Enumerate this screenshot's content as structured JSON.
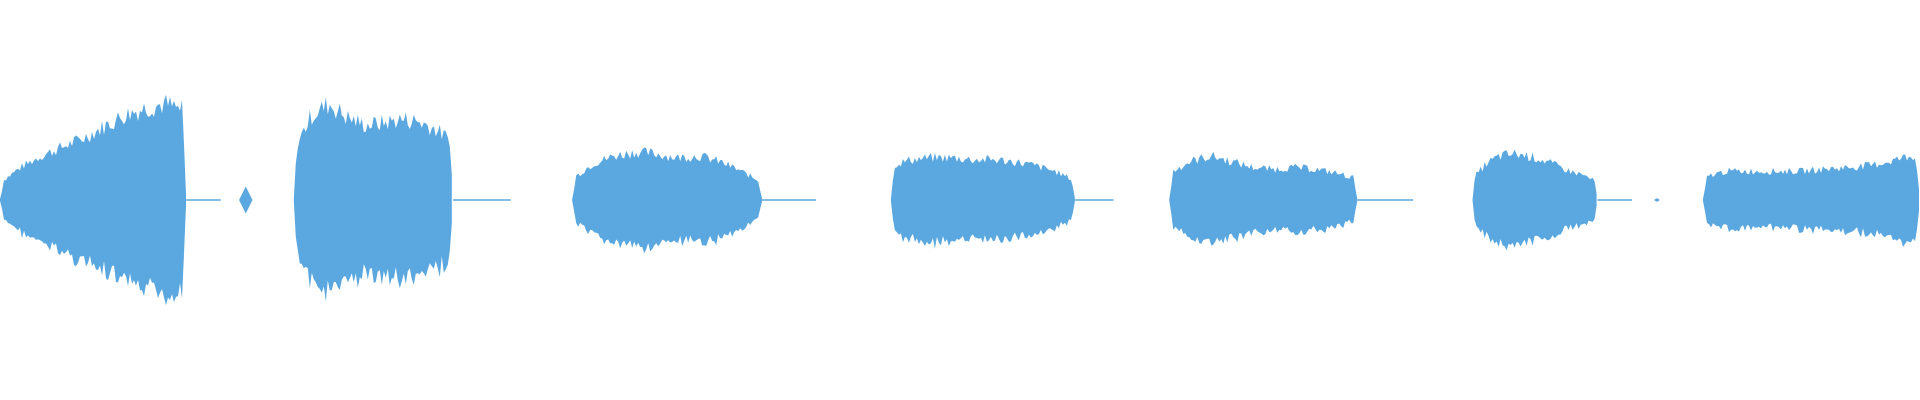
{
  "waveform": {
    "color": "#5aa8df",
    "background": "#ffffff",
    "amplitude_peak": 1.0,
    "segments": [
      {
        "name": "segment-1",
        "start": 0.0,
        "end": 0.097,
        "envelope": [
          0.18,
          0.34,
          0.46,
          0.55,
          0.64,
          0.76,
          0.88,
          0.96,
          1.0,
          0.92
        ]
      },
      {
        "name": "segment-2",
        "start": 0.153,
        "end": 0.236,
        "envelope": [
          0.52,
          0.88,
          1.0,
          0.86,
          0.78,
          0.8,
          0.84,
          0.82,
          0.74,
          0.6
        ]
      },
      {
        "name": "segment-3",
        "start": 0.298,
        "end": 0.397,
        "envelope": [
          0.22,
          0.38,
          0.46,
          0.5,
          0.48,
          0.44,
          0.46,
          0.4,
          0.3,
          0.18
        ]
      },
      {
        "name": "segment-4",
        "start": 0.464,
        "end": 0.56,
        "envelope": [
          0.36,
          0.42,
          0.44,
          0.44,
          0.42,
          0.42,
          0.4,
          0.36,
          0.3,
          0.2
        ]
      },
      {
        "name": "segment-5",
        "start": 0.609,
        "end": 0.707,
        "envelope": [
          0.28,
          0.4,
          0.46,
          0.4,
          0.34,
          0.32,
          0.34,
          0.32,
          0.28,
          0.22
        ]
      },
      {
        "name": "segment-6",
        "start": 0.767,
        "end": 0.832,
        "envelope": [
          0.22,
          0.38,
          0.46,
          0.48,
          0.46,
          0.42,
          0.36,
          0.3,
          0.26,
          0.18
        ]
      },
      {
        "name": "segment-7",
        "start": 0.887,
        "end": 1.0,
        "envelope": [
          0.24,
          0.3,
          0.3,
          0.3,
          0.3,
          0.32,
          0.34,
          0.36,
          0.42,
          0.48
        ]
      }
    ],
    "silence_lines": [
      {
        "start": 0.097,
        "end": 0.115
      },
      {
        "start": 0.236,
        "end": 0.266
      },
      {
        "start": 0.397,
        "end": 0.425
      },
      {
        "start": 0.56,
        "end": 0.58
      },
      {
        "start": 0.707,
        "end": 0.736
      },
      {
        "start": 0.832,
        "end": 0.85
      }
    ],
    "blips": [
      {
        "position": 0.128,
        "amplitude": 0.14
      },
      {
        "position": 0.863,
        "amplitude": 0.02
      }
    ]
  }
}
